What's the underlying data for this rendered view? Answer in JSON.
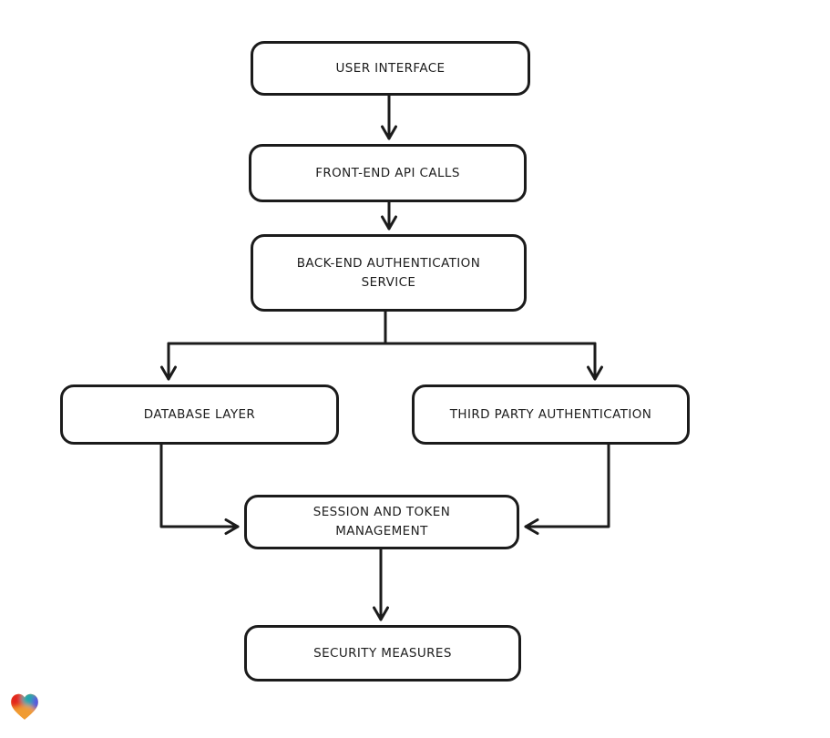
{
  "page": {
    "background": "#ffffff",
    "stroke_color": "#1b1b1b",
    "node_fill": "#ffffff"
  },
  "diagram": {
    "type": "flowchart",
    "nodes": [
      {
        "id": "user-interface",
        "label": "USER INTERFACE"
      },
      {
        "id": "front-end-api-calls",
        "label": "FRONT-END API CALLS"
      },
      {
        "id": "back-end-auth-service",
        "label": "BACK-END AUTHENTICATION SERVICE"
      },
      {
        "id": "database-layer",
        "label": "DATABASE LAYER"
      },
      {
        "id": "third-party-auth",
        "label": "THIRD PARTY AUTHENTICATION"
      },
      {
        "id": "session-token-mgmt",
        "label": "SESSION AND TOKEN MANAGEMENT"
      },
      {
        "id": "security-measures",
        "label": "SECURITY MEASURES"
      }
    ],
    "edges": [
      {
        "from": "user-interface",
        "to": "front-end-api-calls"
      },
      {
        "from": "front-end-api-calls",
        "to": "back-end-auth-service"
      },
      {
        "from": "back-end-auth-service",
        "to": "database-layer"
      },
      {
        "from": "back-end-auth-service",
        "to": "third-party-auth"
      },
      {
        "from": "database-layer",
        "to": "session-token-mgmt"
      },
      {
        "from": "third-party-auth",
        "to": "session-token-mgmt"
      },
      {
        "from": "session-token-mgmt",
        "to": "security-measures"
      }
    ]
  },
  "logo": {
    "name": "eraser-heart-logo",
    "colors": {
      "red": "#e3251d",
      "teal": "#1ba7ac",
      "blue": "#5656e0",
      "orange": "#f09b30"
    }
  }
}
